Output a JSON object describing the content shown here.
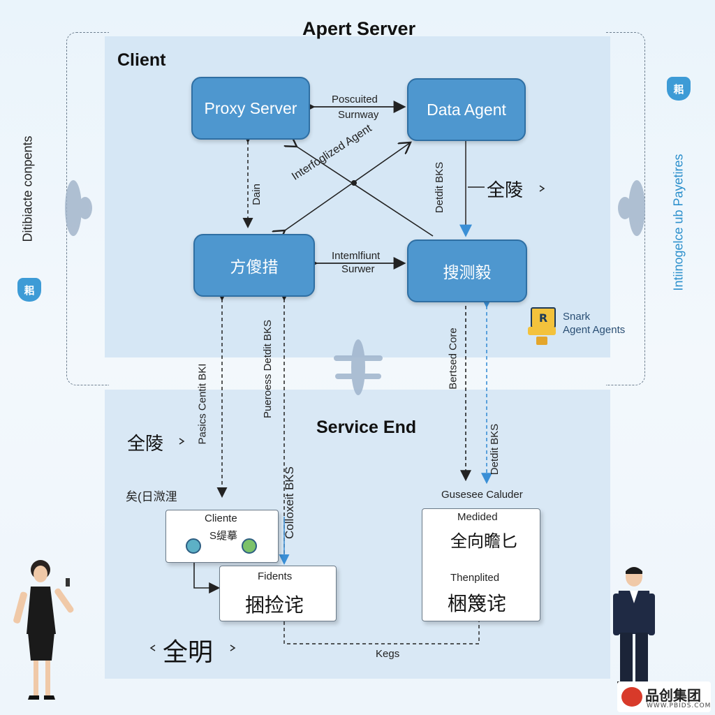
{
  "title": "Apert Server",
  "sections": {
    "client": "Client",
    "service": "Service End"
  },
  "nodes": {
    "proxy_server": "Proxy Server",
    "data_agent": "Data Agent",
    "node3": "方傻措",
    "node4": "搜测毅"
  },
  "edges": {
    "proxy_data_1": "Poscuited",
    "proxy_data_2": "Surnway",
    "mid_1": "Intemlfiunt",
    "mid_2": "Surwer",
    "diag": "Interfoglized Agent",
    "daini": "Dain",
    "detdit": "Detdit BKS",
    "left_mid": "全陵",
    "pasics": "Pasics Centit BKI",
    "puegroess": "Pueroess Detdit BKS",
    "colloxeit": "Colloxeit BKS",
    "bertsed": "Bertsed Core",
    "detdit2": "Detdit BKS",
    "keys": "Kegs"
  },
  "side": {
    "left": "Ditibiacte conpents",
    "right": "Intiinogelce ub Payetires",
    "badge": "耜"
  },
  "snark": {
    "line1": "Snark",
    "line2": "Agent Agents",
    "icon": "R"
  },
  "service": {
    "left_big": "全陵",
    "left_small": "矣(日溦浬",
    "bottom_big": "全明",
    "client_card": {
      "title": "Cliente",
      "text": "S缇摹"
    },
    "fidents_card": {
      "title": "Fidents",
      "text": "捆捡诧"
    },
    "gusesee": "Gusesee Caluder",
    "medided_card": {
      "title": "Medided",
      "text": "全向瞻匕"
    },
    "then_card": {
      "title": "Thenplited",
      "text": "梱篾诧"
    }
  },
  "watermark": {
    "brand": "品创集团",
    "url": "WWW.PBIDS.COM"
  }
}
